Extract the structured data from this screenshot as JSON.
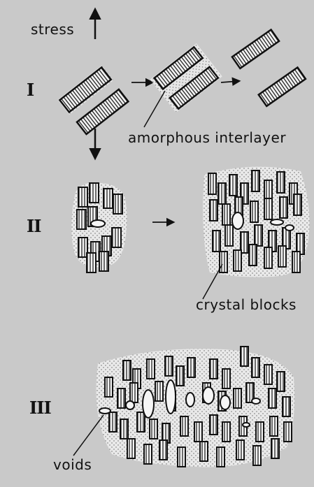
{
  "labels": {
    "stress": "stress",
    "stage_1": "I",
    "stage_2": "II",
    "stage_3": "III",
    "amorphous": "amorphous interlayer",
    "crystal": "crystal blocks",
    "voids": "voids"
  },
  "colors": {
    "background": "#c9c9c9",
    "ink": "#111111",
    "halo": "#efefef",
    "stipple": "#555555"
  }
}
